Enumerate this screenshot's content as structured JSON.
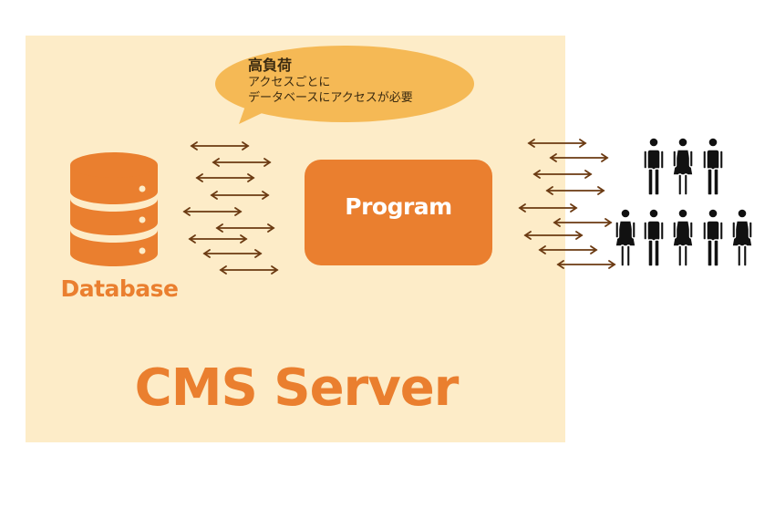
{
  "diagram": {
    "title": "CMS Server",
    "database_label": "Database",
    "program_label": "Program",
    "callout": {
      "heading": "高負荷",
      "line1": "アクセスごとに",
      "line2": "データベースにアクセスが必要"
    },
    "colors": {
      "panel": "#fdecc8",
      "accent": "#ea7f2f",
      "bubble": "#f5b955",
      "arrow": "#6b3a12",
      "person": "#111111"
    },
    "icons": {
      "database": "database-icon",
      "arrow": "double-arrow-icon",
      "person_male": "person-male-icon",
      "person_female": "person-female-icon"
    }
  }
}
